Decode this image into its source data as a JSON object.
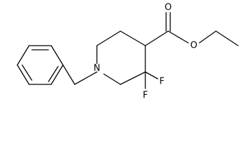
{
  "atoms": {
    "nitrogen": "N",
    "oxygen_carbonyl": "O",
    "oxygen_ester": "O",
    "fluorine_upper": "F",
    "fluorine_lower": "F"
  },
  "colors": {
    "bond": "#000000",
    "label": "#000000",
    "background": "#ffffff"
  }
}
